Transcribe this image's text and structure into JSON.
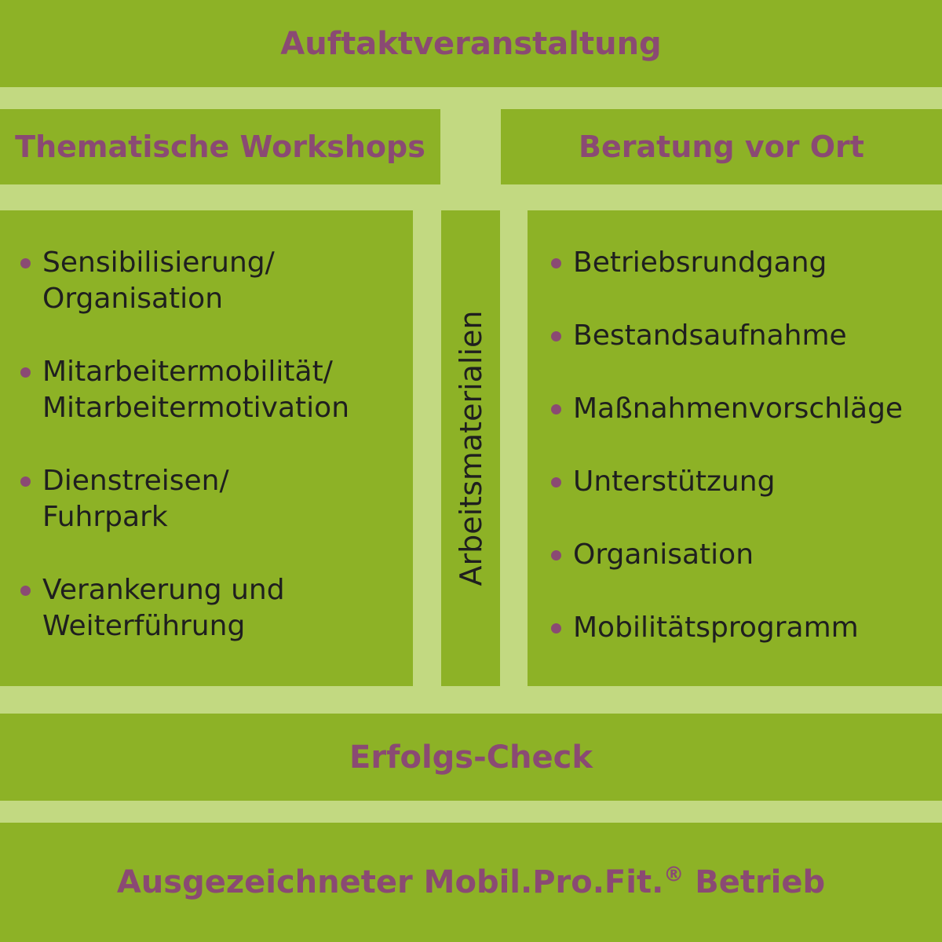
{
  "top_banner": {
    "title": "Auftaktveranstaltung"
  },
  "workshops": {
    "title": "Thematische Workshops",
    "items": [
      {
        "line1": "Sensibilisierung/",
        "line2": "Organisation"
      },
      {
        "line1": "Mitarbeitermobilität/",
        "line2": "Mitarbeitermotivation"
      },
      {
        "line1": "Dienstreisen/",
        "line2": "Fuhrpark"
      },
      {
        "line1": "Verankerung und",
        "line2": "Weiterführung"
      }
    ]
  },
  "middle": {
    "label": "Arbeitsmaterialien"
  },
  "beratung": {
    "title": "Beratung vor Ort",
    "items": [
      "Betriebsrundgang",
      "Bestandsaufnahme",
      "Maßnahmenvorschläge",
      "Unterstützung",
      "Organisation",
      "Mobilitätsprogramm"
    ]
  },
  "erfolgs": {
    "title": "Erfolgs-Check"
  },
  "bottom_banner": {
    "title_part1": "Ausgezeichneter Mobil.Pro.Fit.",
    "registered_mark": "®",
    "title_part2": " Betrieb"
  },
  "colors": {
    "background": "#c2d981",
    "box": "#8db226",
    "heading": "#8a4a73",
    "text": "#1f1f1f"
  }
}
